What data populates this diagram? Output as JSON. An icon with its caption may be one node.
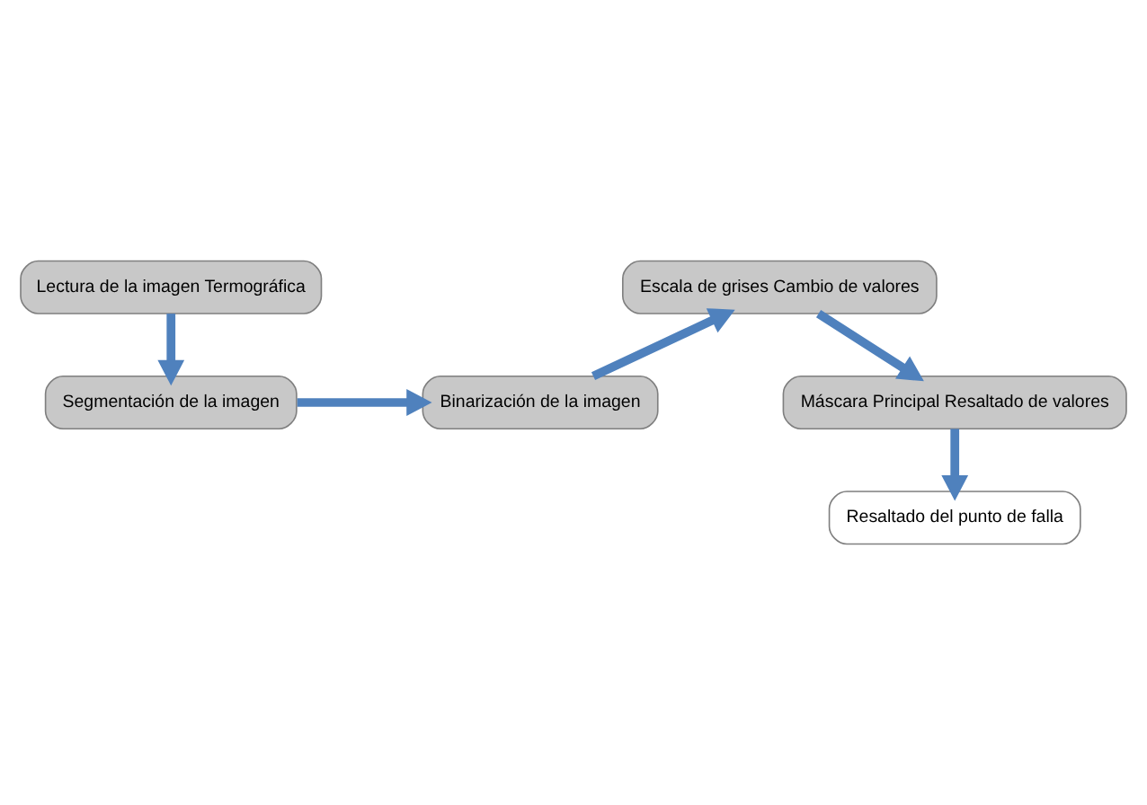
{
  "diagram": {
    "nodes": [
      {
        "text": [
          "Lectura de la imagen Termográfica"
        ]
      },
      {
        "text": [
          "Segmentación de la imagen"
        ]
      },
      {
        "text": [
          "Binarización de la imagen"
        ]
      },
      {
        "text": [
          "Escala de grises Cambio de valores"
        ]
      },
      {
        "text": [
          "Máscara Principal Resaltado de valores"
        ]
      },
      {
        "text": [
          "Resaltado del punto de falla"
        ]
      }
    ],
    "edges": [
      {
        "from": 0,
        "to": 1,
        "arrow": "to"
      },
      {
        "from": 1,
        "to": 2,
        "arrow": "to"
      },
      {
        "from": 2,
        "to": 3,
        "arrow": "to"
      },
      {
        "from": 3,
        "to": 4,
        "arrow": "to"
      },
      {
        "from": 4,
        "to": 5,
        "arrow": "to"
      }
    ]
  }
}
